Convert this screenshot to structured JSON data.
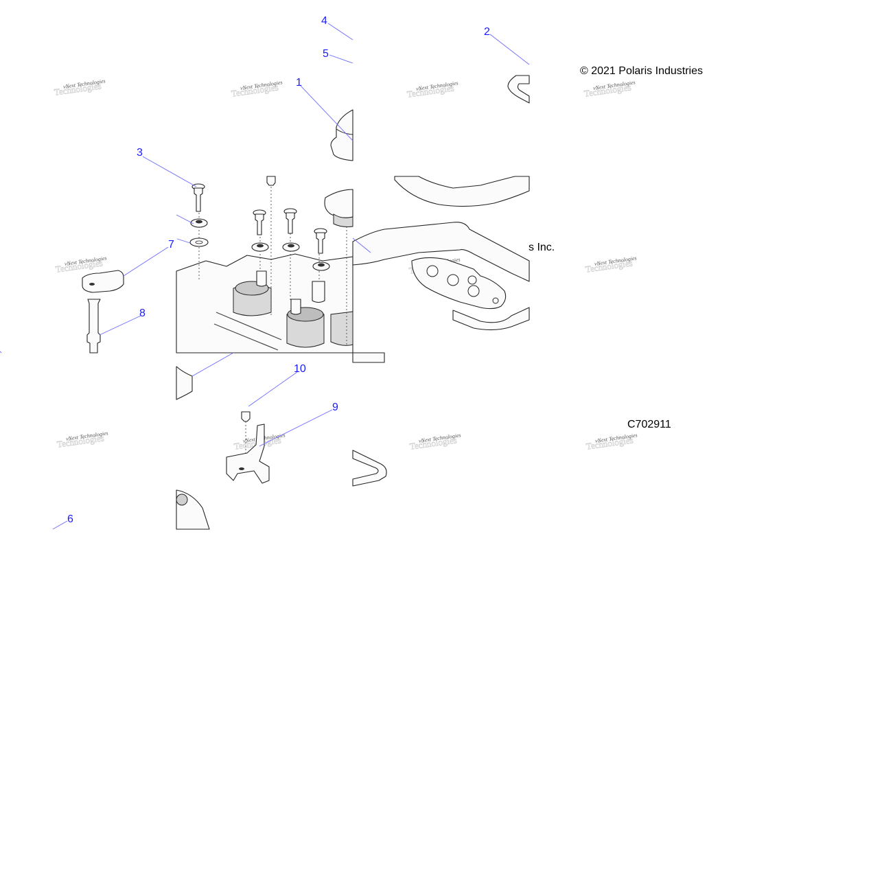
{
  "copyright_head": "© 2021 Polaris Industries",
  "copyright_tail": "s Inc.",
  "diagram_code": "C702911",
  "watermark": "vNext Technologies",
  "callouts": [
    "1",
    "2",
    "3",
    "4",
    "5",
    "6",
    "7",
    "8",
    "9",
    "10"
  ]
}
